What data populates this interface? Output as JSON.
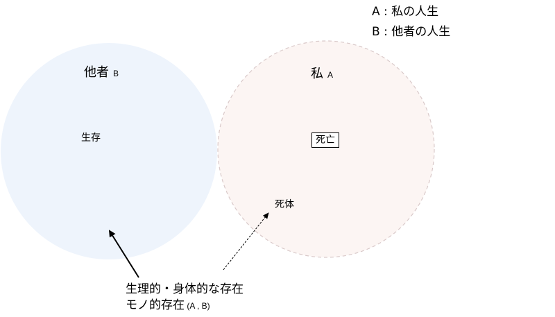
{
  "legend": [
    {
      "key": "A",
      "text": ": 私の人生"
    },
    {
      "key": "B",
      "text": ": 他者の人生"
    }
  ],
  "circle_other": {
    "label": "他者",
    "tag": "B",
    "fill": "#eef4fc"
  },
  "circle_self": {
    "label": "私",
    "tag": "A",
    "fill": "#fcf5f3",
    "stroke": "#d9c9c9"
  },
  "texts": {
    "survival": "生存",
    "death": "死亡",
    "corpse": "死体"
  },
  "caption": {
    "line1": "生理的・身体的な存在",
    "line2": "モノ的存在",
    "line2_sub": " (A , B)"
  }
}
